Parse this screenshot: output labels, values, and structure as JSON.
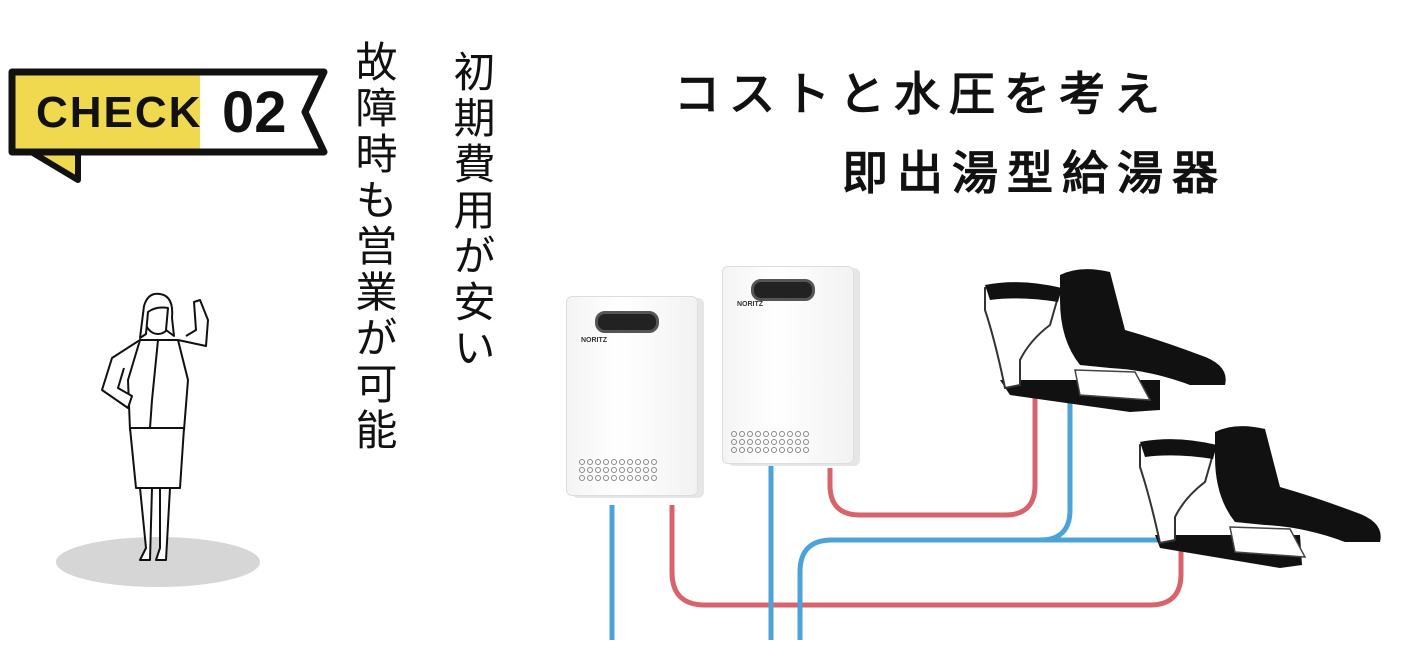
{
  "badge": {
    "label": "CHECK",
    "number": "02",
    "accent_color": "#efd94f"
  },
  "points": {
    "low_cost": "初期費用が安い",
    "business_continuity": "故障時も営業が可能"
  },
  "title": {
    "line1": "コストと水圧を考え",
    "line2": "即出湯型給湯器"
  },
  "heaters": [
    {
      "brand": "NORITZ"
    },
    {
      "brand": "NORITZ"
    }
  ],
  "colors": {
    "hot_pipe": "#d9636b",
    "cold_pipe": "#4ba3d8",
    "shadow": "#d6d6d6"
  }
}
